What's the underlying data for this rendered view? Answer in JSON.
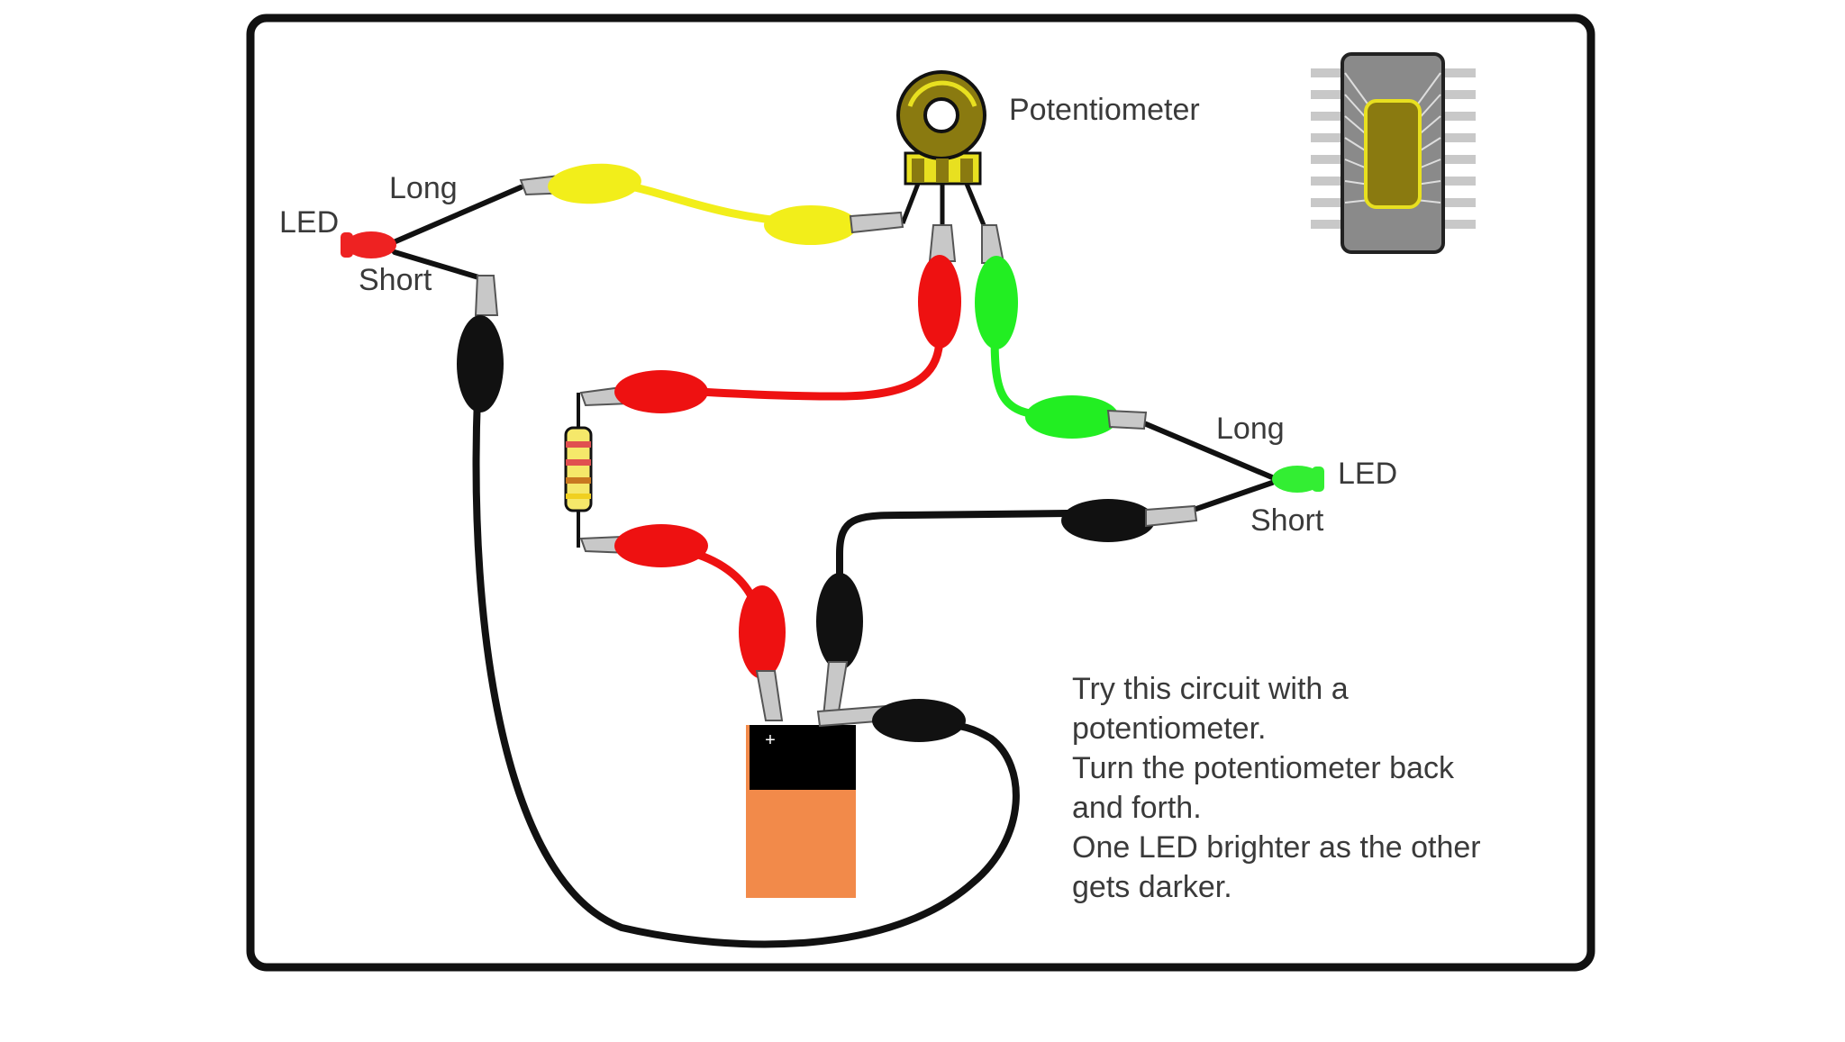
{
  "diagram": {
    "labels": {
      "potentiometer": "Potentiometer",
      "led_left": "LED",
      "long_left": "Long",
      "short_left": "Short",
      "led_right": "LED",
      "long_right": "Long",
      "short_right": "Short",
      "battery_plus": "+"
    },
    "instructions": [
      "Try this circuit with a",
      "potentiometer.",
      "Turn the potentiometer back",
      "and forth.",
      "One LED brighter as the other",
      "gets darker."
    ],
    "colors": {
      "frame": "#111111",
      "wire_yellow": "#f2ee1a",
      "wire_red": "#ee1111",
      "wire_green": "#22ee22",
      "wire_black": "#111111",
      "led_left": "#ee2222",
      "led_right": "#33ee33",
      "battery_top": "#000000",
      "battery_body": "#f28a4a",
      "pot_body": "#8a7a10",
      "pot_legs": "#e8e020",
      "chip_body": "#8a8a8a",
      "chip_die": "#8a7a10",
      "clip_metal": "#c8c8c8"
    }
  }
}
